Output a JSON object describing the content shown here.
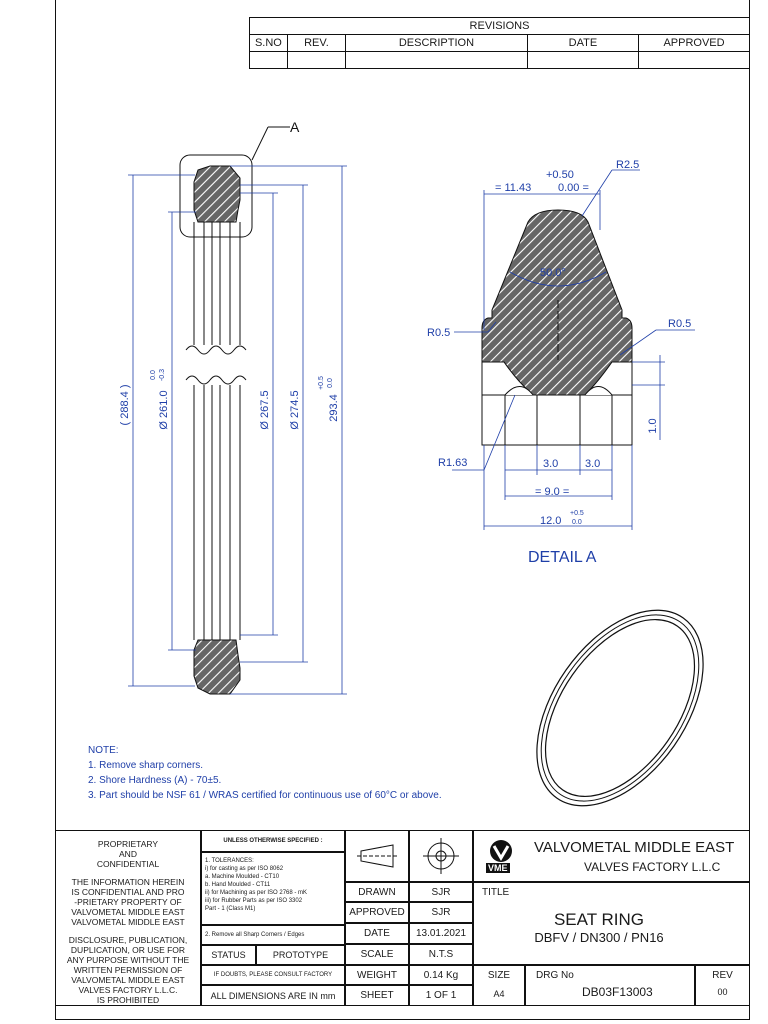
{
  "revisions": {
    "header": "REVISIONS",
    "columns": [
      "S.NO",
      "REV.",
      "DESCRIPTION",
      "DATE",
      "APPROVED"
    ]
  },
  "drawing": {
    "detail_callout": "A",
    "dim_288": "( 288.4 )",
    "dim_261": "Ø 261.0",
    "dim_261_tol_top": "0.0",
    "dim_261_tol_bot": "-0.3",
    "dim_267": "Ø 267.5",
    "dim_274": "Ø 274.5",
    "dim_293": "293.4",
    "dim_293_tol_top": "+0.5",
    "dim_293_tol_bot": "0.0"
  },
  "detail": {
    "width_dim": "= 11.43",
    "width_tol_top": "+0.50",
    "width_tol_bot": "0.00 =",
    "r25": "R2.5",
    "angle": "50.0°",
    "r05_left": "R0.5",
    "r05_right": "R0.5",
    "r163": "R1.63",
    "d30a": "3.0",
    "d30b": "3.0",
    "d10": "1.0",
    "d90": "= 9.0 =",
    "d120": "12.0",
    "d120_tol_top": "+0.5",
    "d120_tol_bot": "0.0",
    "label": "DETAIL A"
  },
  "notes": [
    "NOTE:",
    "1. Remove sharp corners.",
    "2. Shore Hardness (A) - 70±5.",
    "3. Part should be NSF 61 / WRAS certified for continuous use of 60°C or above."
  ],
  "titleblock": {
    "proprietary": [
      "PROPRIETARY",
      "AND",
      "CONFIDENTIAL"
    ],
    "info": [
      "THE INFORMATION HEREIN",
      "IS CONFIDENTIAL AND PRO",
      "-PRIETARY PROPERTY OF",
      "VALVOMETAL MIDDLE EAST",
      "VALVOMETAL MIDDLE EAST"
    ],
    "disclosure": [
      "DISCLOSURE, PUBLICATION,",
      "DUPLICATION, OR USE FOR",
      "ANY PURPOSE WITHOUT THE",
      "WRITTEN PERMISSION OF",
      "VALVOMETAL MIDDLE EAST",
      "VALVES FACTORY L.L.C.",
      "IS PROHIBITED"
    ],
    "unless": "UNLESS OTHERWISE SPECIFIED :",
    "tol_lines": [
      "1. TOLERANCES:",
      "  i) for casting as per ISO 8062",
      "  a. Machine Moulded - CT10",
      "  b. Hand Moulded - CT11",
      "  ii) for Machining as per ISO 2768 - mK",
      "  iii) for Rubber Parts as per ISO 3302",
      "     Part - 1 (Class M1)"
    ],
    "sharp": "2. Remove all Sharp Corners / Edges",
    "status_label": "STATUS",
    "status_value": "PROTOTYPE",
    "doubt": "IF DOUBTS, PLEASE CONSULT FACTORY",
    "all_dims": "ALL DIMENSIONS ARE IN mm",
    "drawn_label": "DRAWN",
    "drawn_value": "SJR",
    "approved_label": "APPROVED",
    "approved_value": "SJR",
    "date_label": "DATE",
    "date_value": "13.01.2021",
    "scale_label": "SCALE",
    "scale_value": "N.T.S",
    "weight_label": "WEIGHT",
    "weight_value": "0.14 Kg",
    "sheet_label": "SHEET",
    "sheet_value": "1 OF 1",
    "company_line1": "VALVOMETAL MIDDLE EAST",
    "company_line2": "VALVES FACTORY L.L.C",
    "logo_text": "VME",
    "title_label": "TITLE",
    "title": "SEAT RING",
    "subtitle": "DBFV / DN300 / PN16",
    "size_label": "SIZE",
    "size_value": "A4",
    "drg_label": "DRG No",
    "drg_value": "DB03F13003",
    "rev_label": "REV",
    "rev_value": "00"
  },
  "colors": {
    "dim_blue": "#1f3fa8",
    "line": "#111111",
    "hatch": "#3a3a3a"
  }
}
